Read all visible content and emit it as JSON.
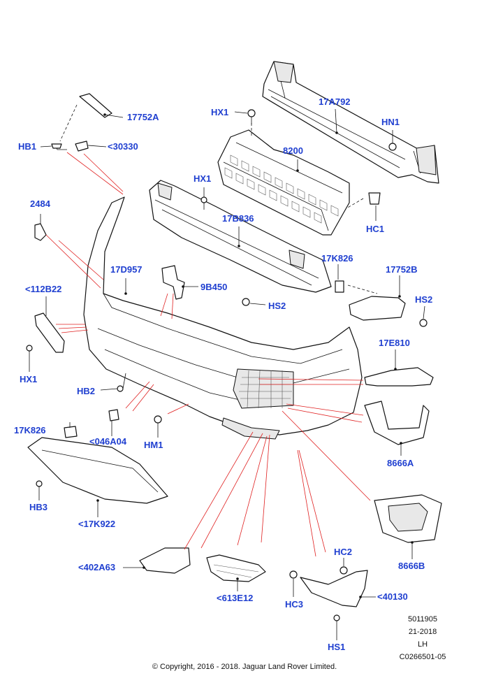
{
  "labels": {
    "l_17752A": "17752A",
    "l_HB1": "HB1",
    "l_30330": "<30330",
    "l_HX1_top": "HX1",
    "l_17A792": "17A792",
    "l_HN1": "HN1",
    "l_8200": "8200",
    "l_HX1_mid": "HX1",
    "l_2484": "2484",
    "l_17B836": "17B836",
    "l_HC1": "HC1",
    "l_17D957": "17D957",
    "l_112B22": "<112B22",
    "l_9B450": "9B450",
    "l_17K826_right": "17K826",
    "l_17752B": "17752B",
    "l_HS2_mid": "HS2",
    "l_HS2_right": "HS2",
    "l_HX1_left": "HX1",
    "l_17E810": "17E810",
    "l_HB2": "HB2",
    "l_17K826_left": "17K826",
    "l_046A04": "<046A04",
    "l_HM1": "HM1",
    "l_8666A": "8666A",
    "l_HB3": "HB3",
    "l_17K922": "<17K922",
    "l_8666B": "8666B",
    "l_HC2": "HC2",
    "l_402A63": "<402A63",
    "l_613E12": "<613E12",
    "l_40130": "<40130",
    "l_HC3": "HC3",
    "l_HS1": "HS1"
  },
  "meta": {
    "line1": "5011905",
    "line2": "21-2018",
    "line3": "LH",
    "line4": "C0266501-05"
  },
  "copyright": "© Copyright, 2016 - 2018. Jaguar Land Rover Limited."
}
